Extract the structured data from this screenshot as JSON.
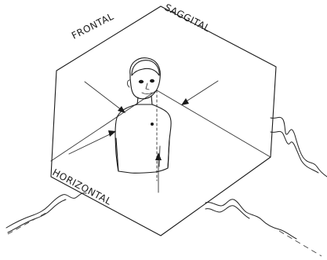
{
  "labels": {
    "frontal": "FRONTAL",
    "saggital": "SAGGITAL",
    "horizontal": "HORIZONTAL"
  },
  "colors": {
    "ink": "#1a1a1a",
    "background": "#ffffff"
  }
}
